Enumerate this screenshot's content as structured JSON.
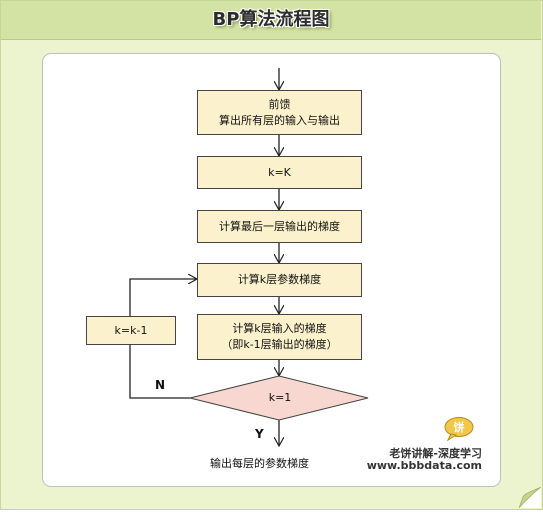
{
  "title": "BP算法流程图",
  "boxes": {
    "feedforward_line1": "前馈",
    "feedforward_line2": "算出所有层的输入与输出",
    "init_k": "k=K",
    "last_grad": "计算最后一层输出的梯度",
    "param_grad": "计算k层参数梯度",
    "input_grad_line1": "计算k层输入的梯度",
    "input_grad_line2": "（即k-1层输出的梯度）",
    "decrement": "k=k-1",
    "condition": "k=1",
    "output": "输出每层的参数梯度"
  },
  "branches": {
    "no": "N",
    "yes": "Y"
  },
  "brand": {
    "line1": "老饼讲解-深度学习",
    "line2": "www.bbbdata.com",
    "logo_char": "饼"
  },
  "colors": {
    "process_fill": "#fbf2cd",
    "decision_fill": "#f8d7d0",
    "background": "#ecf3cf",
    "title_bar": "#d3e3a3"
  }
}
